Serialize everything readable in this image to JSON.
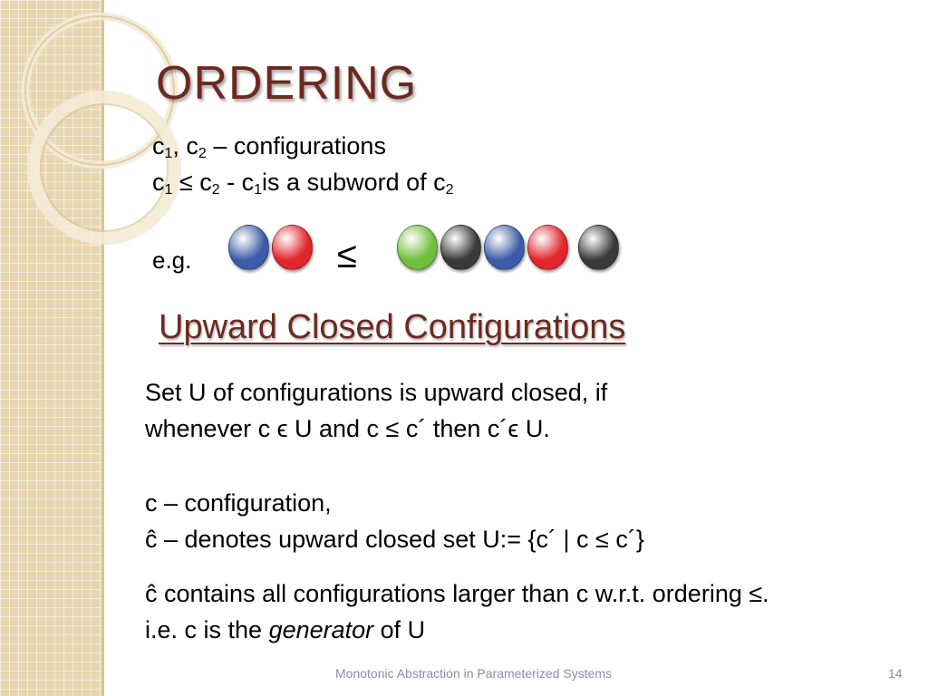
{
  "slide": {
    "title": "ORDERING",
    "lines": {
      "line1": {
        "c1": "c",
        "s1": "1",
        "comma": ", c",
        "s2": "2",
        "rest": " – configurations"
      },
      "line2": {
        "c1": "c",
        "s1": "1",
        "leq": " ≤ c",
        "s2": "2",
        "mid": " - c",
        "s3": "1",
        "rest": "is a subword of c",
        "s4": "2"
      }
    },
    "example_label": "e.g.",
    "example_relation": "≤",
    "left_word": [
      "#3d5ca8",
      "#e0262c"
    ],
    "right_word": [
      "#6fbf3a",
      "#3a3a3a",
      "#3d5ca8",
      "#e0262c",
      "#3a3a3a"
    ],
    "subtitle": "Upward Closed Configurations",
    "body": [
      "Set U of configurations is upward closed, if",
      "whenever c ϵ U and c ≤ c´ then c´ϵ U.",
      "c – configuration,",
      "ĉ – denotes upward closed set U:= {c´ | c ≤  c´}",
      "ĉ contains all configurations larger than c w.r.t. ordering ≤.",
      {
        "pre": "i.e. c is the ",
        "em": "generator",
        "post": " of U"
      }
    ],
    "footer": "Monotonic Abstraction in Parameterized Systems",
    "page_number": "14",
    "colors": {
      "title": "#6b2a1f",
      "footer": "#8e8aa8",
      "sidebar": "#e7d6b0"
    }
  }
}
